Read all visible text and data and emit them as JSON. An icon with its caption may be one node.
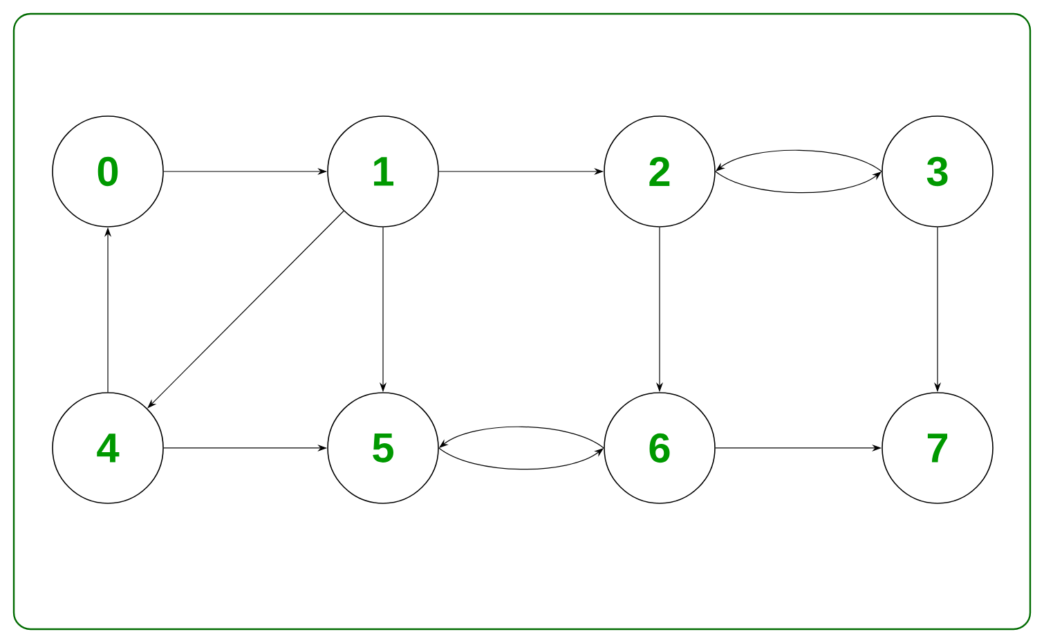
{
  "diagram": {
    "nodes": [
      {
        "text": [
          "0"
        ]
      },
      {
        "text": [
          "1"
        ]
      },
      {
        "text": [
          "2"
        ]
      },
      {
        "text": [
          "3"
        ]
      },
      {
        "text": [
          "4"
        ]
      },
      {
        "text": [
          "5"
        ]
      },
      {
        "text": [
          "6"
        ]
      },
      {
        "text": [
          "7"
        ]
      }
    ],
    "edges": [
      {
        "from": 0,
        "to": 1,
        "arrow": "to"
      },
      {
        "from": 1,
        "to": 2,
        "arrow": "to"
      },
      {
        "from": 2,
        "to": 3,
        "arrow": "to"
      },
      {
        "from": 3,
        "to": 2,
        "arrow": "to"
      },
      {
        "from": 1,
        "to": 4,
        "arrow": "to"
      },
      {
        "from": 1,
        "to": 5,
        "arrow": "to"
      },
      {
        "from": 2,
        "to": 6,
        "arrow": "to"
      },
      {
        "from": 3,
        "to": 7,
        "arrow": "to"
      },
      {
        "from": 4,
        "to": 0,
        "arrow": "to"
      },
      {
        "from": 4,
        "to": 5,
        "arrow": "to"
      },
      {
        "from": 5,
        "to": 6,
        "arrow": "to"
      },
      {
        "from": 6,
        "to": 5,
        "arrow": "to"
      },
      {
        "from": 6,
        "to": 7,
        "arrow": "to"
      }
    ]
  }
}
